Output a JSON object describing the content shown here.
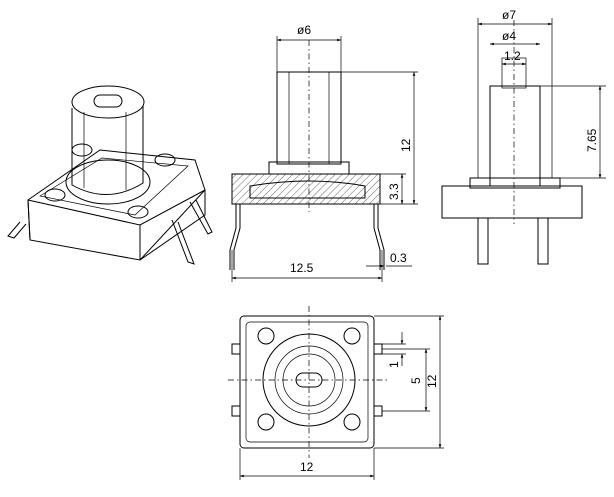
{
  "front_view": {
    "diameter": "ø6",
    "height": "12",
    "base_height": "3.3",
    "width": "12.5",
    "lead_thickness": "0.3"
  },
  "side_view": {
    "outer_diameter": "ø7",
    "inner_diameter": "ø4",
    "slot_width": "1.2",
    "stem_height": "7.65"
  },
  "top_view": {
    "width": "12",
    "height": "12",
    "pin_spacing": "5",
    "pin_offset": "1"
  }
}
